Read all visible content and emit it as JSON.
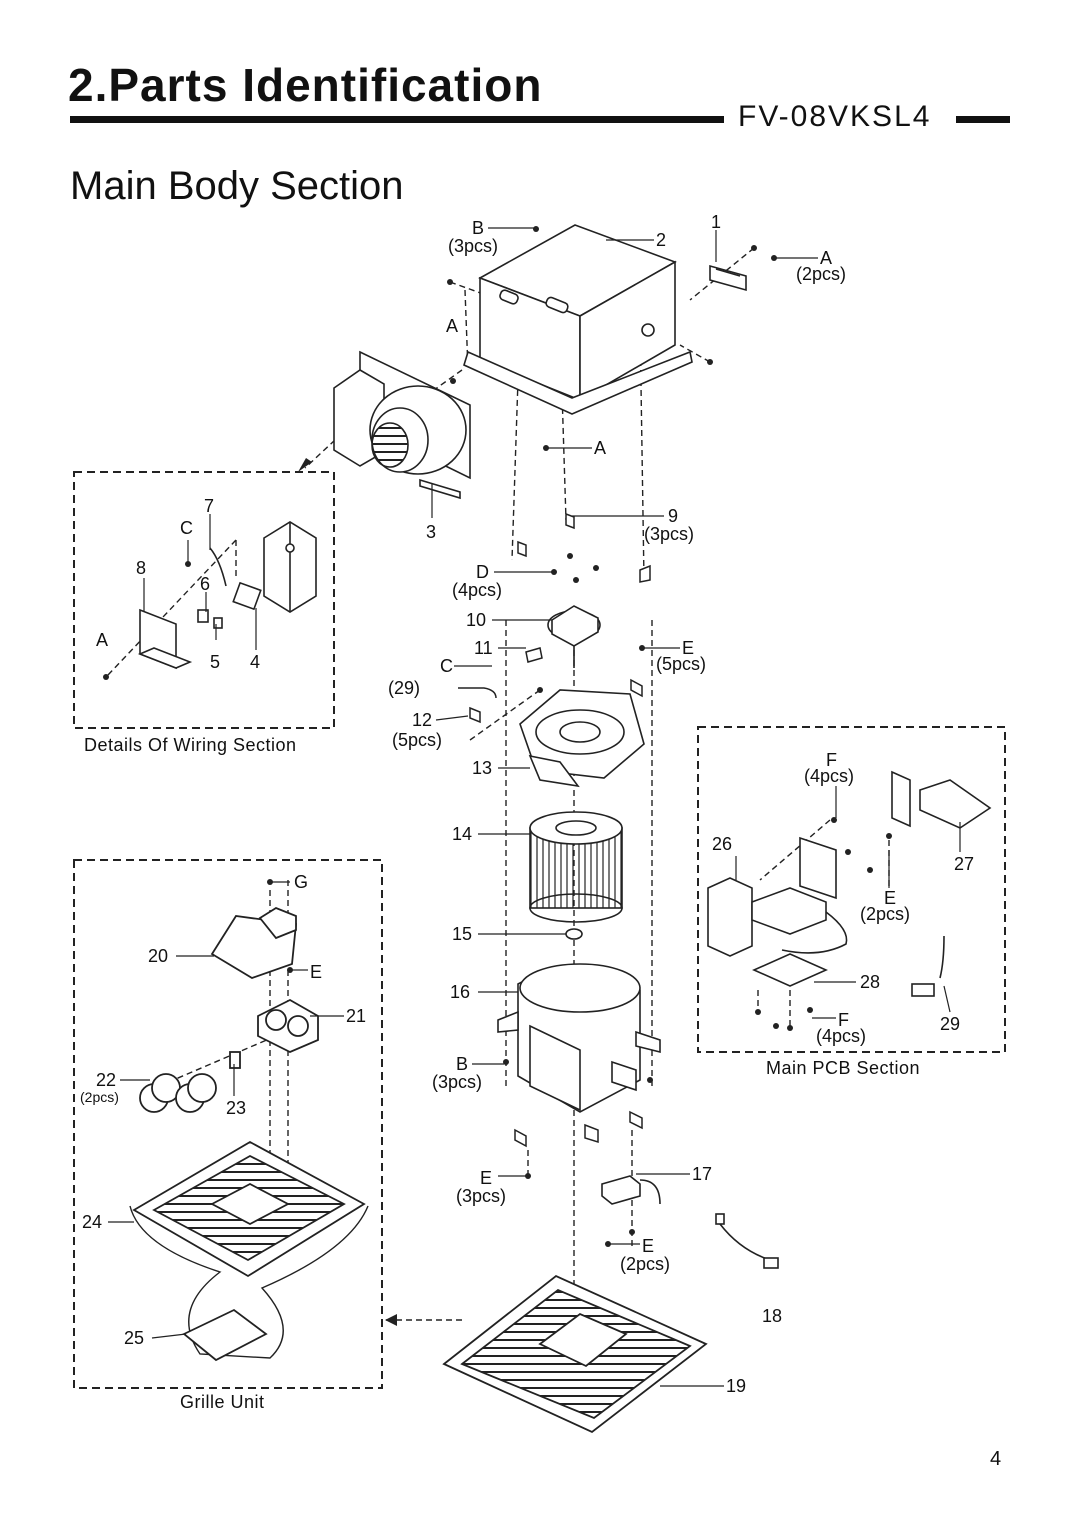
{
  "header": {
    "title": "2.Parts Identification",
    "model": "FV-08VKSL4"
  },
  "section_title": "Main Body Section",
  "page_number": "4",
  "captions": {
    "wiring": "Details Of Wiring Section",
    "grille": "Grille Unit",
    "pcb": "Main PCB Section"
  },
  "callouts": {
    "c1": "1",
    "c2": "2",
    "c3": "3",
    "c4": "4",
    "c5": "5",
    "c6": "6",
    "c7": "7",
    "c8": "8",
    "c9": "9",
    "c10": "10",
    "c11": "11",
    "c12": "12",
    "c13": "13",
    "c14": "14",
    "c15": "15",
    "c16": "16",
    "c17": "17",
    "c18": "18",
    "c19": "19",
    "c20": "20",
    "c21": "21",
    "c22": "22",
    "c23": "23",
    "c24": "24",
    "c25": "25",
    "c26": "26",
    "c27": "27",
    "c28": "28",
    "c29": "29",
    "c29p": "(29)",
    "A": "A",
    "B": "B",
    "C": "C",
    "D": "D",
    "E": "E",
    "F": "F",
    "G": "G",
    "q2": "(2pcs)",
    "q3": "(3pcs)",
    "q4": "(4pcs)",
    "q5": "(5pcs)"
  }
}
